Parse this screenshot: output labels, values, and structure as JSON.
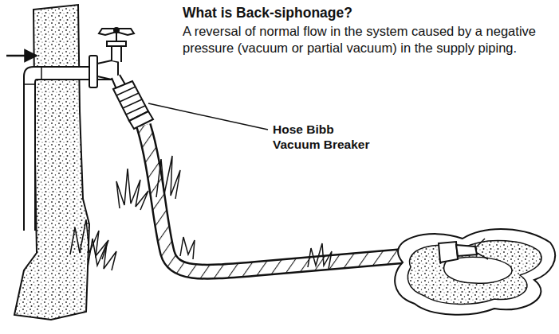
{
  "diagram": {
    "title": "What is Back-siphonage?",
    "labels": [
      "A reversal of normal flow in the system caused by a negative pressure (vacuum or partial vacuum) in the supply piping.",
      "Hose Bibb Vacuum Breaker"
    ]
  }
}
